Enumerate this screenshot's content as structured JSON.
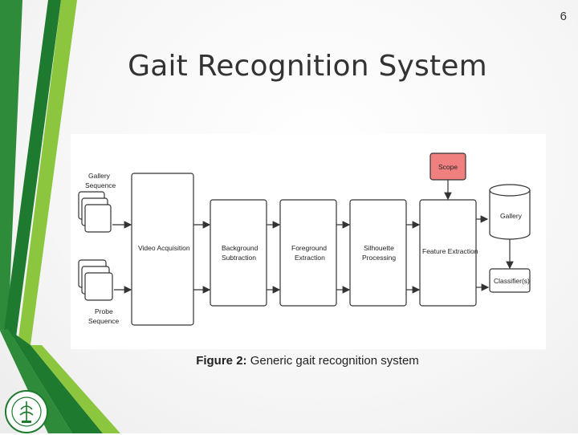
{
  "page_number": "6",
  "title": "Gait Recognition System",
  "caption": {
    "label": "Figure 2:",
    "text": " Generic gait recognition system"
  },
  "diagram": {
    "gallery_label_line1": "Gallery",
    "gallery_label_line2": "Sequence",
    "probe_label_line1": "Probe",
    "probe_label_line2": "Sequence",
    "video_acquisition": "Video Acquisition",
    "background_line1": "Background",
    "background_line2": "Subtraction",
    "foreground_line1": "Foreground",
    "foreground_line2": "Extraction",
    "silhouette_line1": "Silhouette",
    "silhouette_line2": "Processing",
    "feature_extraction": "Feature Extraction",
    "scope": "Scope",
    "gallery_db": "Gallery",
    "classifier": "Classifier(s)"
  },
  "colors": {
    "dark_green": "#1e7a2e",
    "light_green": "#8cc63f",
    "scope_fill": "#f08080"
  }
}
